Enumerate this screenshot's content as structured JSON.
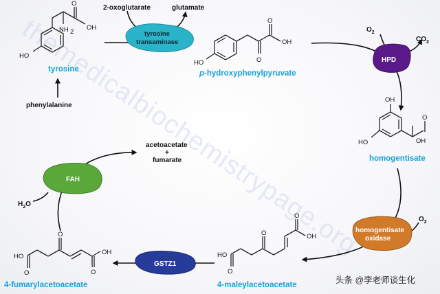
{
  "watermark": "themedicalbiochemistrypage.org",
  "credit": "头条 @李老师谈生化",
  "molecules": {
    "tyrosine": "tyrosine",
    "hppa_prefix": "p",
    "hppa_rest": "-hydroxyphenylpyruvate",
    "homogentisate": "homogentisate",
    "maleylacetoacetate": "4-maleylacetoacetate",
    "fumarylacetoacetate": "4-fumarylacetoacetate"
  },
  "reagents": {
    "phenylalanine": "phenylalanine",
    "oxoglutarate": "2-oxoglutarate",
    "glutamate": "glutamate",
    "acetoacetate": "acetoacetate",
    "plus": "+",
    "fumarate": "fumarate"
  },
  "enzymes": {
    "tat_line1": "tyrosine",
    "tat_line2": "transaminase",
    "hpd": "HPD",
    "hgd_line1": "homogentisate",
    "hgd_line2": "oxidase",
    "gstz1": "GSTZ1",
    "fah": "FAH"
  },
  "atoms": {
    "ho": "HO",
    "oh": "OH",
    "nh2": "NH",
    "nh2_sub": "2",
    "o": "O",
    "o2": "O",
    "o2_sub": "2",
    "co2": "CO",
    "co2_sub": "2",
    "h2o": "H",
    "h2o_sub": "2",
    "h2o_o": "O"
  },
  "colors": {
    "molecule_label": "#17a1d6",
    "tat_enzyme": "#2ab3c9",
    "hpd_enzyme": "#5a1a8a",
    "hgd_enzyme": "#d07a2a",
    "gstz1_enzyme": "#273b9a",
    "fah_enzyme": "#5aa83a"
  }
}
